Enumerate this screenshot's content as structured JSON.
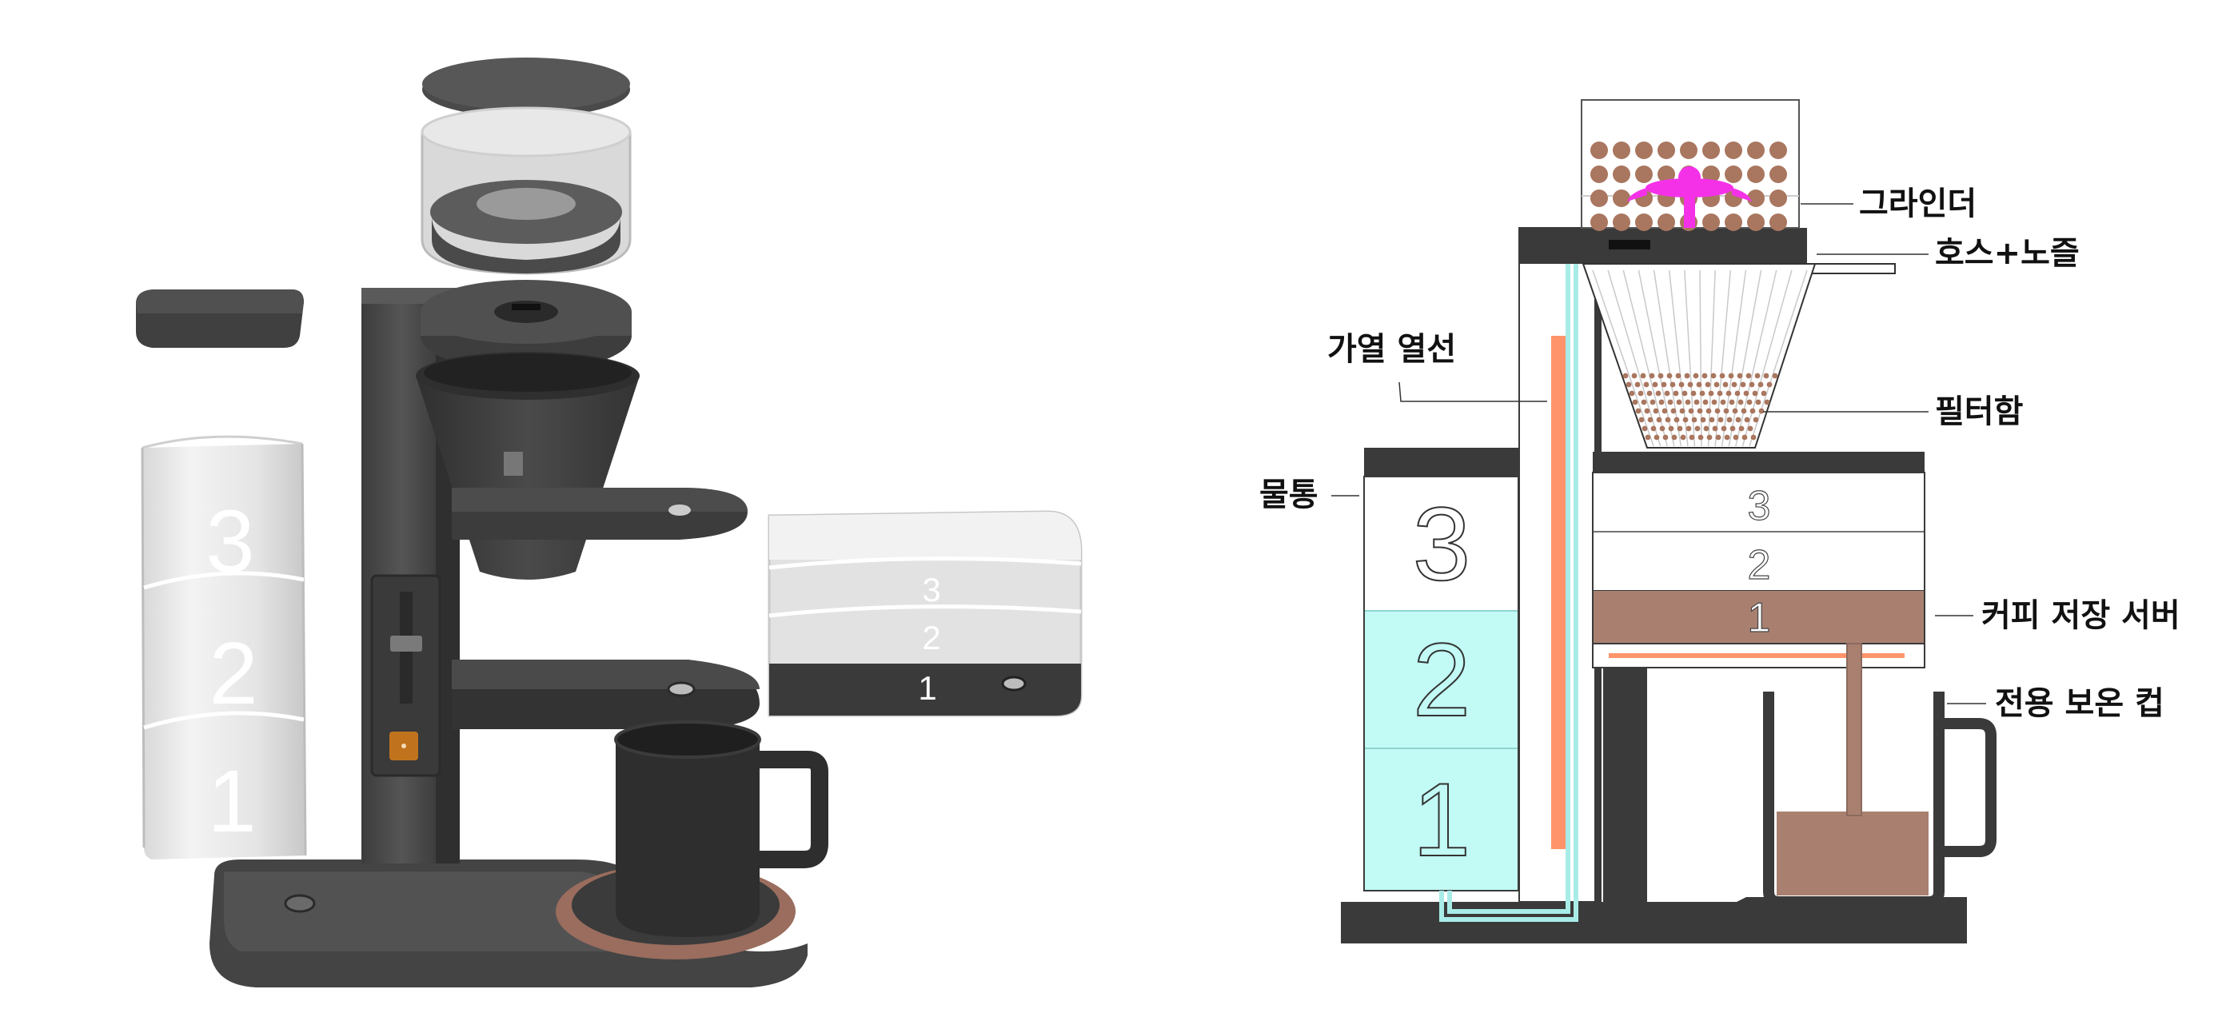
{
  "render": {
    "level_numbers": [
      "1",
      "2",
      "3"
    ],
    "server_numbers": [
      "1",
      "2",
      "3"
    ],
    "tank_numbers": [
      "1",
      "2",
      "3"
    ]
  },
  "diagram": {
    "labels": {
      "grinder": "그라인더",
      "hose_nozzle": "호스+노즐",
      "heating_wire": "가열 열선",
      "filter_box": "필터함",
      "water_tank": "물통",
      "coffee_server": "커피 저장 서버",
      "thermal_cup": "전용 보온 컵"
    },
    "tank_levels": [
      "1",
      "2",
      "3"
    ],
    "server_levels": [
      "1",
      "2",
      "3"
    ]
  },
  "colors": {
    "machine_dark": "#3a3a3a",
    "machine_mid": "#4a4a4a",
    "water": "#c2faf5",
    "water_line": "#a8ece8",
    "heater": "#ff946a",
    "coffee": "#a98070",
    "coffee_dark": "#9b7b6d",
    "bean": "#a9765f",
    "nozzle": "#f531e8",
    "outline": "#222222"
  }
}
